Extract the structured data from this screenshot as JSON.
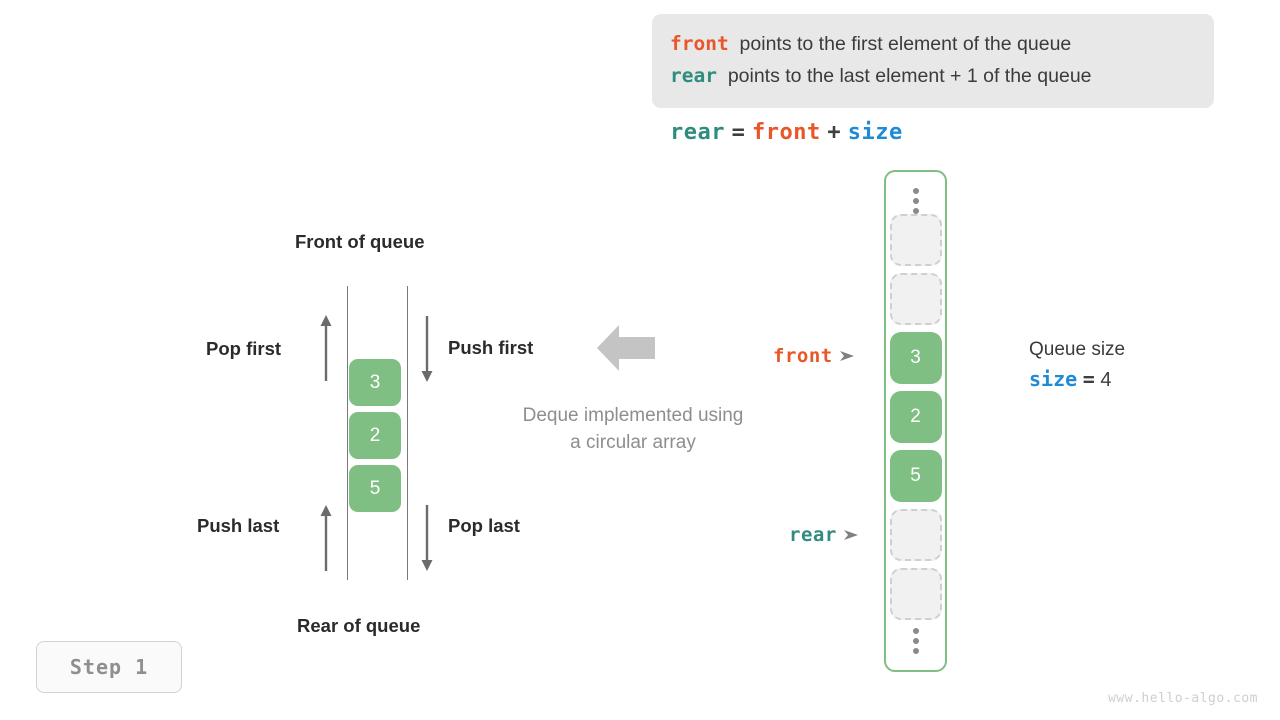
{
  "callout": {
    "lines": [
      {
        "term": "front",
        "term_color": "#e8562a",
        "text": "points to the first element of the queue"
      },
      {
        "term": "rear",
        "term_color": "#2f8c7e",
        "text": "points to the last element + 1 of the queue"
      }
    ],
    "background": "#e8e8e8"
  },
  "formula": {
    "lhs": "rear",
    "eq": "=",
    "op1": "front",
    "plus": "+",
    "op2": "size"
  },
  "deque_diagram": {
    "front_label": "Front of queue",
    "rear_label": "Rear of queue",
    "pop_first": "Pop first",
    "push_first": "Push first",
    "push_last": "Push last",
    "pop_last": "Pop last",
    "cells": [
      "3",
      "2",
      "5"
    ],
    "note_line1": "Deque implemented using",
    "note_line2": "a circular array",
    "cell_color": "#7fbf83"
  },
  "array": {
    "border_color": "#7fbf83",
    "top_ellipsis": "vertical-ellipsis-icon",
    "bottom_ellipsis": "vertical-ellipsis-icon",
    "slots": [
      {
        "value": "",
        "state": "empty"
      },
      {
        "value": "",
        "state": "empty"
      },
      {
        "value": "3",
        "state": "filled"
      },
      {
        "value": "2",
        "state": "filled"
      },
      {
        "value": "5",
        "state": "filled"
      },
      {
        "value": "",
        "state": "empty"
      },
      {
        "value": "",
        "state": "empty"
      }
    ],
    "pointers": [
      {
        "name": "front",
        "label": "front",
        "color": "#e8562a",
        "slot_index": 2
      },
      {
        "name": "rear",
        "label": "rear",
        "color": "#2f8c7e",
        "slot_index": 5
      }
    ]
  },
  "size_info": {
    "title": "Queue size",
    "var": "size",
    "eq": "=",
    "value": "4",
    "var_color": "#1f8bd6"
  },
  "step_badge": {
    "label": "Step 1"
  },
  "watermark": {
    "text": "www.hello-algo.com"
  }
}
